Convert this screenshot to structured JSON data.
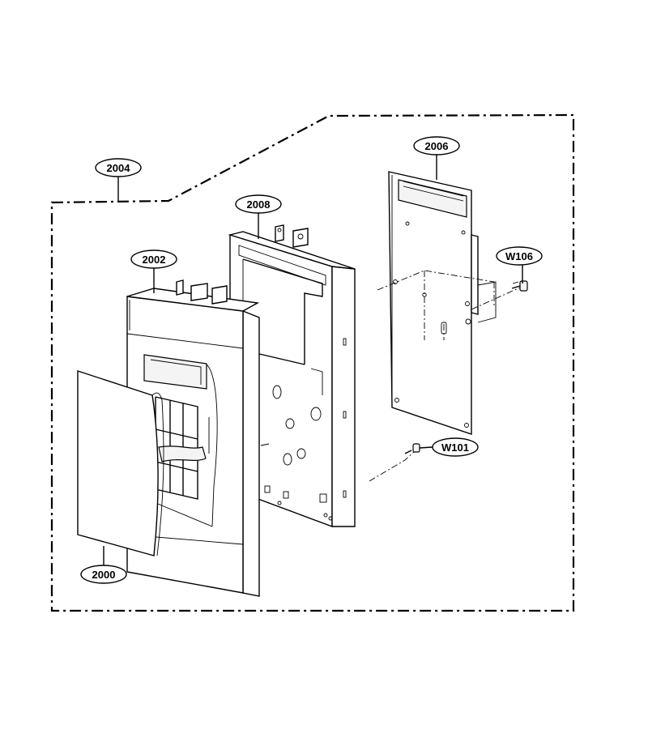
{
  "callouts": {
    "assembly": "2004",
    "pcb": "2006",
    "frame": "2008",
    "panel": "2002",
    "door": "2000",
    "screw_top": "W106",
    "screw_bottom": "W101"
  }
}
